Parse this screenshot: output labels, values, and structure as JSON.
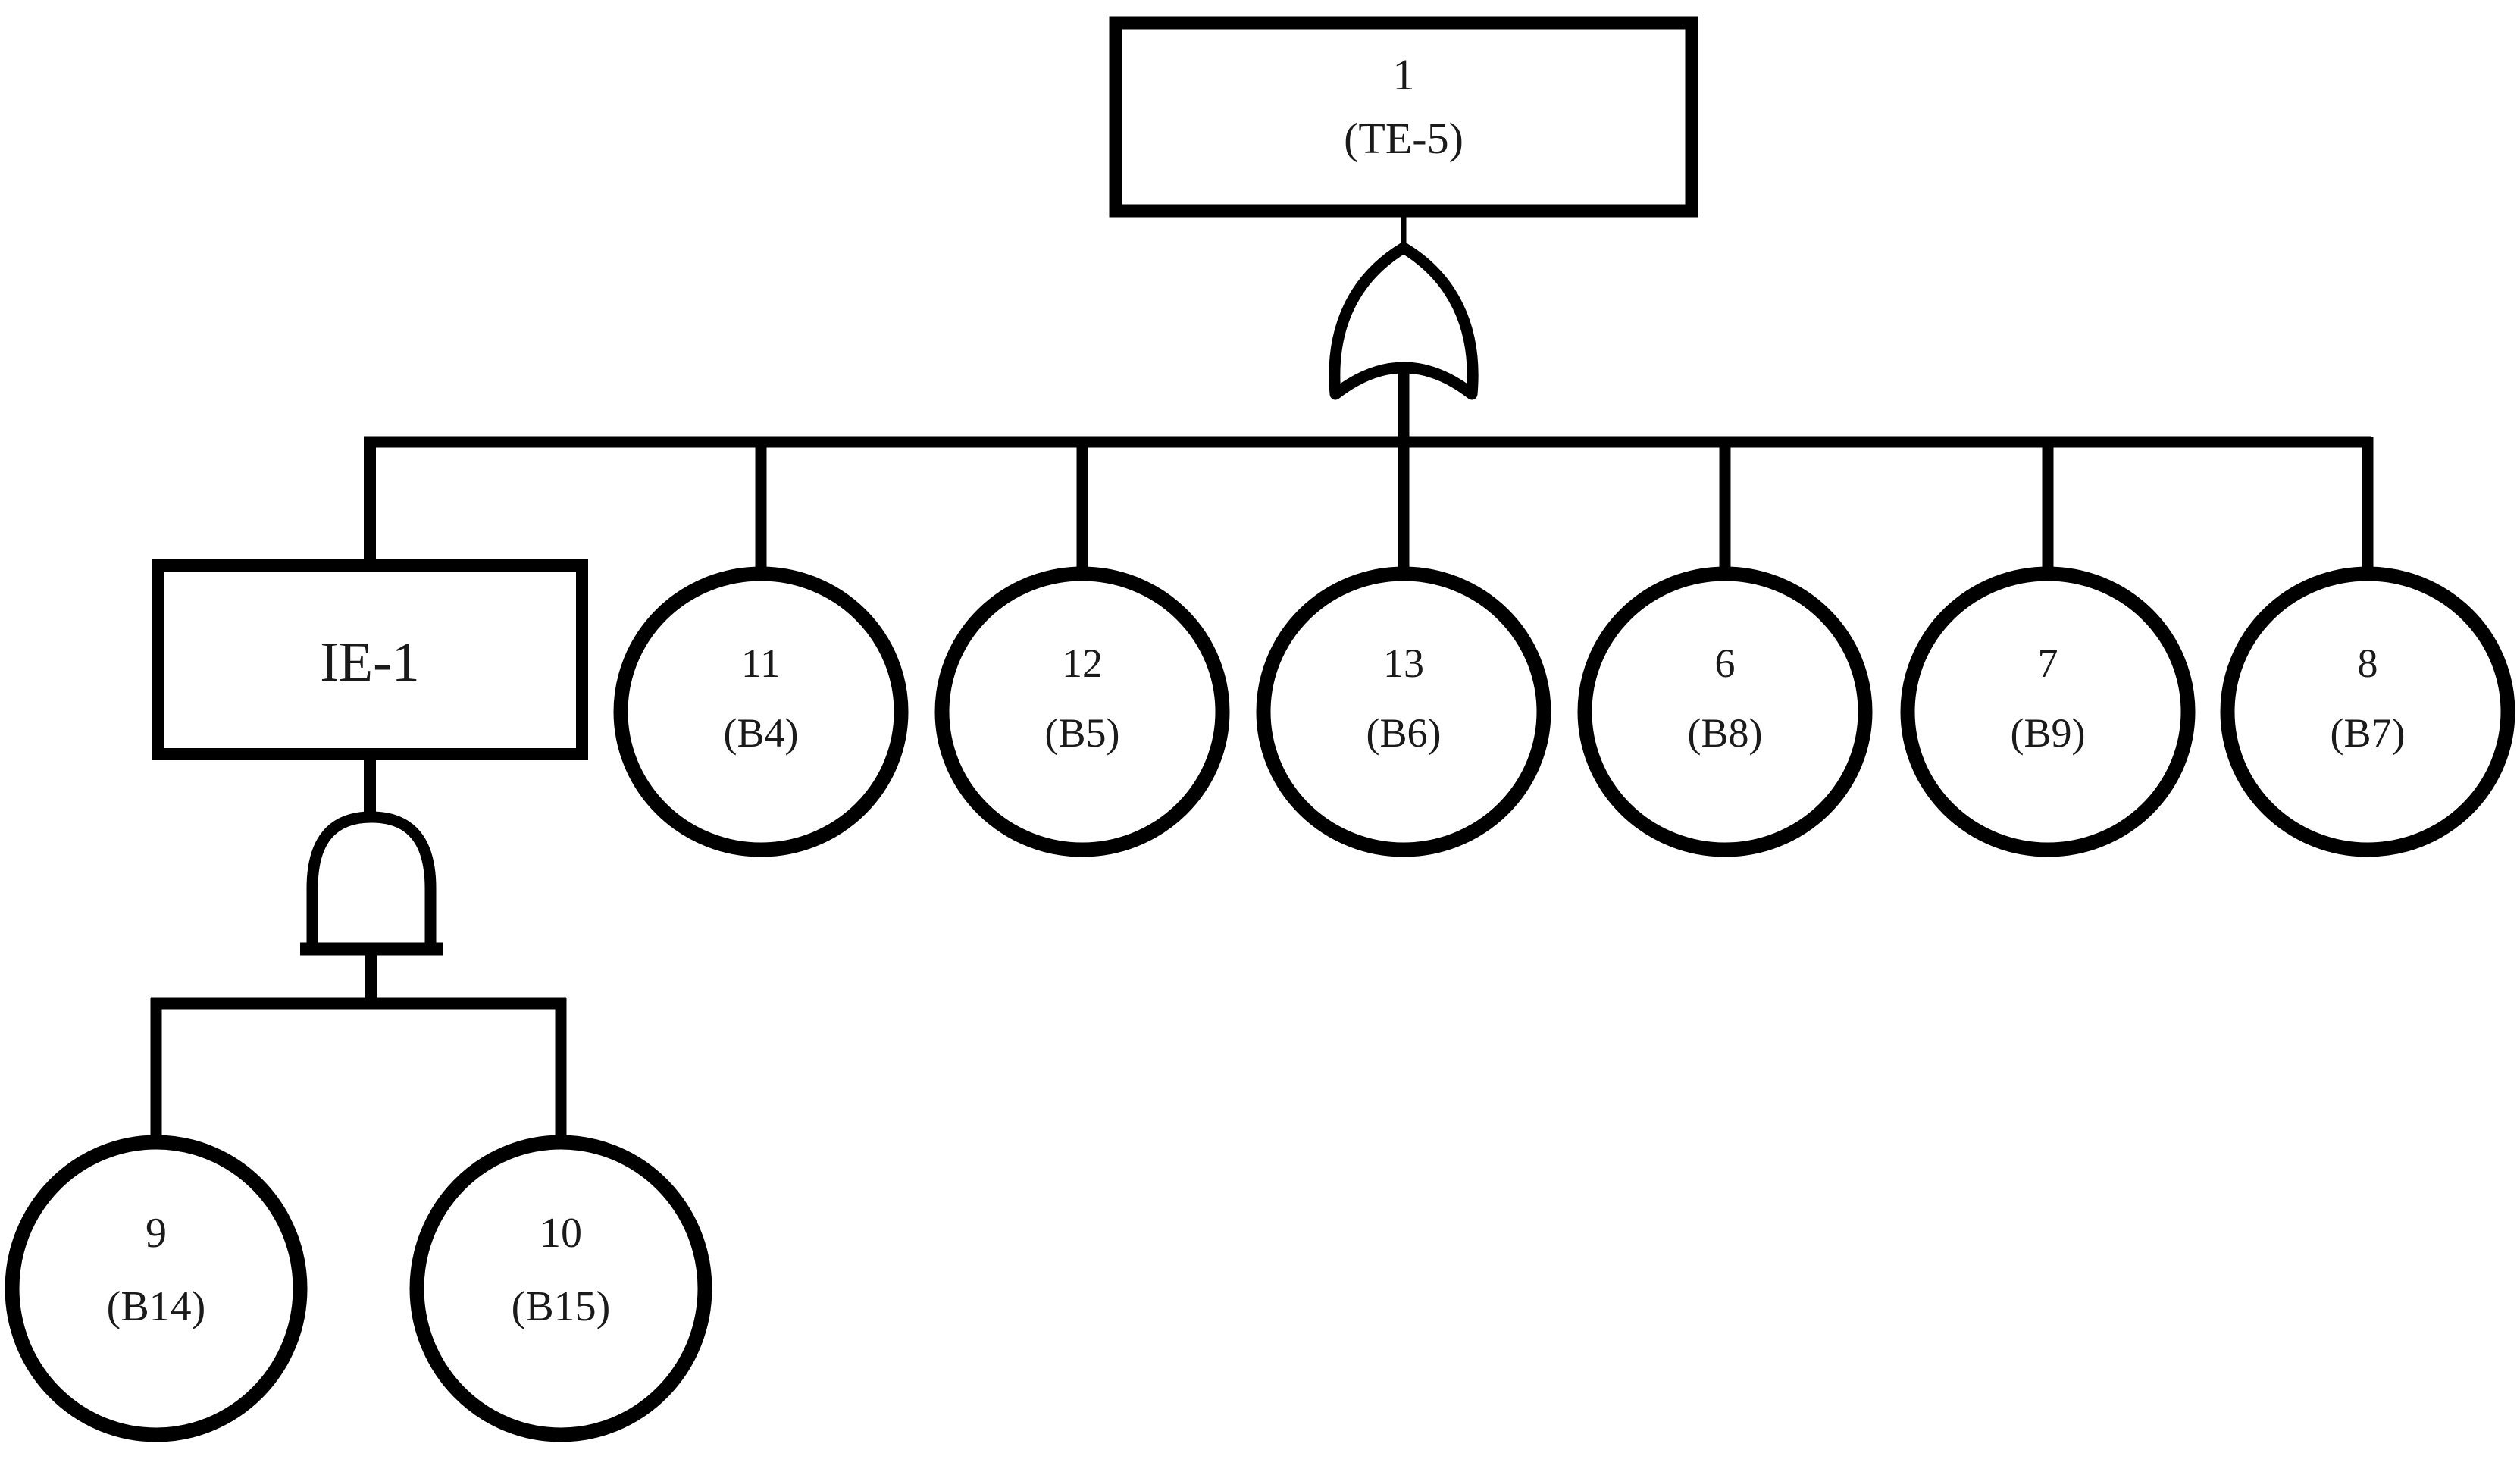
{
  "diagram": {
    "type": "fault-tree",
    "colors": {
      "stroke": "#000000",
      "fill": "#ffffff"
    },
    "top_event": {
      "id": "1",
      "code": "(TE-5)",
      "shape": "rectangle"
    },
    "top_gate": "OR",
    "intermediate_event": {
      "label": "IE-1",
      "shape": "rectangle"
    },
    "intermediate_gate": "AND",
    "basic_events": [
      {
        "id": "11",
        "code": "(B4)"
      },
      {
        "id": "12",
        "code": "(B5)"
      },
      {
        "id": "13",
        "code": "(B6)"
      },
      {
        "id": "6",
        "code": "(B8)"
      },
      {
        "id": "7",
        "code": "(B9)"
      },
      {
        "id": "8",
        "code": "(B7)"
      }
    ],
    "intermediate_children": [
      {
        "id": "9",
        "code": "(B14)"
      },
      {
        "id": "10",
        "code": "(B15)"
      }
    ]
  }
}
